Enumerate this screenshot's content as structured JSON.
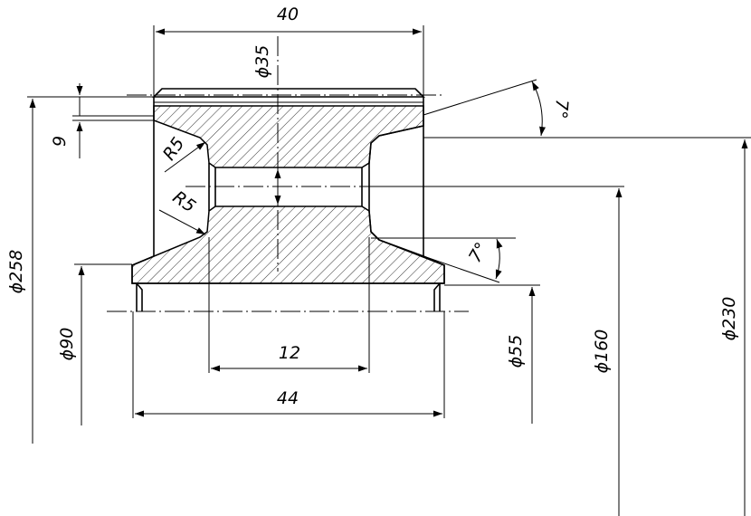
{
  "dimensions": {
    "width_40": "40",
    "bore_phi35": "ϕ35",
    "angle_top": "7°",
    "chamfer_9": "9",
    "radius_top": "R5",
    "radius_bottom": "R5",
    "phi258": "ϕ258",
    "angle_bottom": "7°",
    "phi90": "ϕ90",
    "width_12": "12",
    "phi55": "ϕ55",
    "phi160": "ϕ160",
    "phi230": "ϕ230",
    "width_44": "44"
  }
}
